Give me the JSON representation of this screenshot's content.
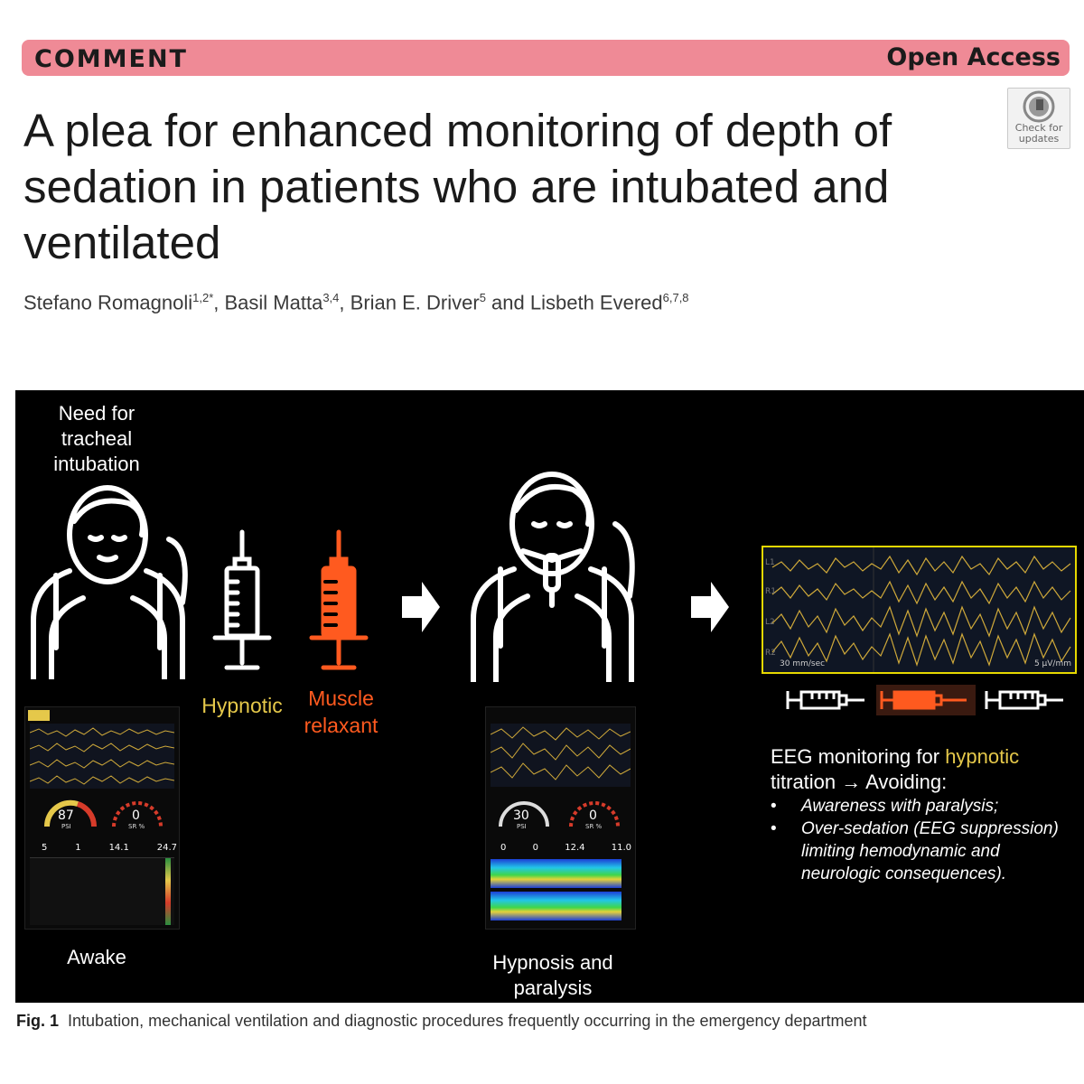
{
  "banner": {
    "section": "COMMENT",
    "access": "Open Access"
  },
  "check_updates": {
    "line1": "Check for",
    "line2": "updates"
  },
  "article": {
    "title": "A plea for enhanced monitoring of depth of sedation in patients who are intubated and ventilated",
    "authors": [
      {
        "name": "Stefano Romagnoli",
        "sup": "1,2*"
      },
      {
        "name": "Basil Matta",
        "sup": "3,4"
      },
      {
        "name": "Brian E. Driver",
        "sup": "5"
      },
      {
        "name": "Lisbeth Evered",
        "sup": "6,7,8"
      }
    ],
    "author_sep": ", ",
    "author_last_sep": " and "
  },
  "figure": {
    "need_line1": "Need for",
    "need_line2": "tracheal",
    "need_line3": "intubation",
    "hypnotic": "Hypnotic",
    "muscle_line1": "Muscle",
    "muscle_line2": "relaxant",
    "awake": "Awake",
    "hyp_line1": "Hypnosis and",
    "hyp_line2": "paralysis",
    "eeg_leads": [
      "L1",
      "R1",
      "L2",
      "R2"
    ],
    "eeg_speed": "30 mm/sec",
    "eeg_scale": "5 µV/mm",
    "monitor1": {
      "psi": "87",
      "psi_label": "PSI",
      "sr": "0",
      "sr_label": "SR %",
      "row": [
        "5",
        "1",
        "14.1",
        "24.7"
      ]
    },
    "monitor2": {
      "psi": "30",
      "psi_label": "PSI",
      "sr": "0",
      "sr_label": "SR %",
      "row": [
        "0",
        "0",
        "12.4",
        "11.0"
      ]
    },
    "eeg_heading_1": "EEG monitoring for ",
    "eeg_heading_hl": "hypnotic",
    "eeg_heading_2": "titration → Avoiding:",
    "bullets": [
      "Awareness with paralysis;",
      "Over-sedation (EEG suppression)",
      "limiting hemodynamic and",
      "neurologic consequences)."
    ],
    "bullet_mark": "•"
  },
  "caption": {
    "label": "Fig. 1",
    "text": "Intubation, mechanical ventilation and diagnostic procedures frequently occurring in the emergency department"
  },
  "colors": {
    "banner": "#ef8a96",
    "hypnotic_yellow": "#e5c84a",
    "relaxant_orange": "#ff5a1f",
    "eeg_frame": "#e6d800",
    "eeg_trace": "#cfa93a"
  }
}
